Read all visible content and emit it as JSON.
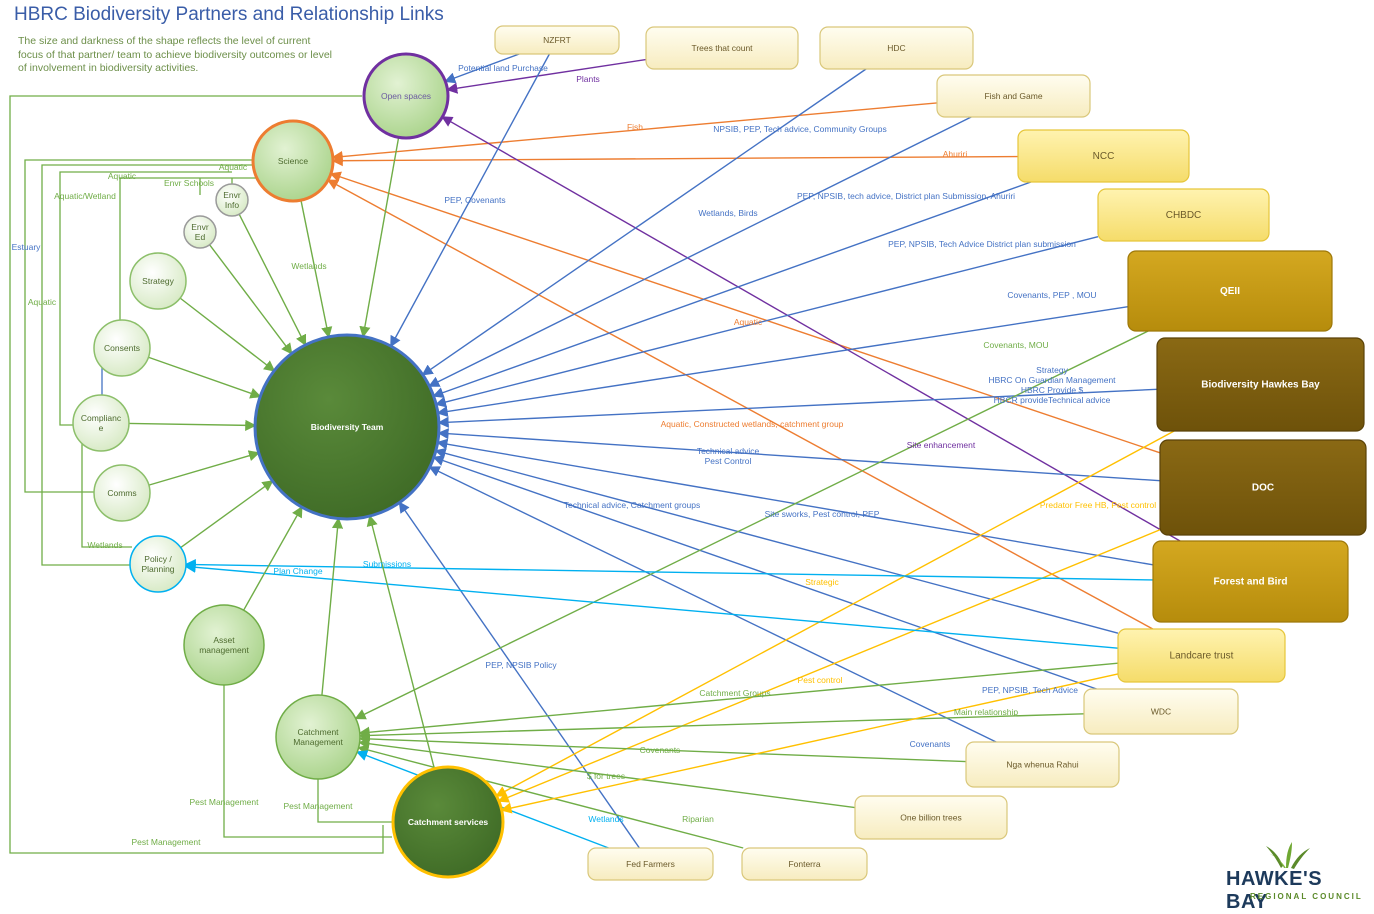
{
  "title": "HBRC Biodiversity Partners and Relationship Links",
  "description": "The size and darkness of the shape reflects the level of current focus of that partner/ team to achieve biodiversity outcomes or level of involvement in biodiversity activities.",
  "logo": {
    "name": "HAWKE'S BAY",
    "sub": "REGIONAL COUNCIL"
  },
  "colors": {
    "green": "#70ad47",
    "blue": "#4472c4",
    "orange": "#ed7d31",
    "purple": "#7030a0",
    "gold": "#ffc000",
    "cyan": "#00b0f0"
  },
  "nodes": [
    {
      "id": "biodiversity_team",
      "label": "Biodiversity Team",
      "shape": "circle",
      "style": "dark-green"
    },
    {
      "id": "open_spaces",
      "label": "Open spaces",
      "shape": "circle",
      "style": "light-green-purple"
    },
    {
      "id": "science",
      "label": "Science",
      "shape": "circle",
      "style": "light-green-orange"
    },
    {
      "id": "envr_info",
      "label": "Envr\nInfo",
      "shape": "circle",
      "style": "pale"
    },
    {
      "id": "envr_ed",
      "label": "Envr\nEd",
      "shape": "circle",
      "style": "pale"
    },
    {
      "id": "strategy",
      "label": "Strategy",
      "shape": "circle",
      "style": "pale-green"
    },
    {
      "id": "consents",
      "label": "Consents",
      "shape": "circle",
      "style": "pale-green"
    },
    {
      "id": "compliance",
      "label": "Complianc\ne",
      "shape": "circle",
      "style": "pale-green"
    },
    {
      "id": "comms",
      "label": "Comms",
      "shape": "circle",
      "style": "pale-green"
    },
    {
      "id": "policy",
      "label": "Policy /\nPlanning",
      "shape": "circle",
      "style": "pale-cyan"
    },
    {
      "id": "asset",
      "label": "Asset\nmanagement",
      "shape": "circle",
      "style": "light-green"
    },
    {
      "id": "catchment_mgmt",
      "label": "Catchment\nManagement",
      "shape": "circle",
      "style": "light-green"
    },
    {
      "id": "catchment_services",
      "label": "Catchment services",
      "shape": "circle",
      "style": "dark-green-gold"
    },
    {
      "id": "nzfrt",
      "label": "NZFRT",
      "shape": "box",
      "style": "pale"
    },
    {
      "id": "trees_that_count",
      "label": "Trees that count",
      "shape": "box",
      "style": "pale"
    },
    {
      "id": "hdc",
      "label": "HDC",
      "shape": "box",
      "style": "pale"
    },
    {
      "id": "fish_game",
      "label": "Fish and Game",
      "shape": "box",
      "style": "pale"
    },
    {
      "id": "ncc",
      "label": "NCC",
      "shape": "box",
      "style": "light"
    },
    {
      "id": "chbdc",
      "label": "CHBDC",
      "shape": "box",
      "style": "light"
    },
    {
      "id": "qeii",
      "label": "QEII",
      "shape": "box",
      "style": "gold"
    },
    {
      "id": "bhb",
      "label": "Biodiversity Hawkes Bay",
      "shape": "box",
      "style": "brown"
    },
    {
      "id": "doc",
      "label": "DOC",
      "shape": "box",
      "style": "brown"
    },
    {
      "id": "forest_bird",
      "label": "Forest and Bird",
      "shape": "box",
      "style": "gold"
    },
    {
      "id": "landcare",
      "label": "Landcare trust",
      "shape": "box",
      "style": "light"
    },
    {
      "id": "wdc",
      "label": "WDC",
      "shape": "box",
      "style": "pale"
    },
    {
      "id": "nga_whenua",
      "label": "Nga whenua Rahui",
      "shape": "box",
      "style": "pale"
    },
    {
      "id": "one_billion",
      "label": "One billion trees",
      "shape": "box",
      "style": "pale"
    },
    {
      "id": "fed_farmers",
      "label": "Fed Farmers",
      "shape": "box",
      "style": "pale"
    },
    {
      "id": "fonterra",
      "label": "Fonterra",
      "shape": "box",
      "style": "pale"
    }
  ],
  "edges": [
    {
      "from": "nzfrt",
      "to": "open_spaces",
      "color": "blue",
      "label": "Potential land Purchase"
    },
    {
      "from": "trees_that_count",
      "to": "open_spaces",
      "color": "purple",
      "label": "Plants"
    },
    {
      "from": "fish_game",
      "to": "science",
      "color": "orange",
      "label": "Fish"
    },
    {
      "from": "ncc",
      "to": "science",
      "color": "orange",
      "label": "Ahuriri"
    },
    {
      "from": "doc",
      "to": "science",
      "color": "orange",
      "label": "Aquatic"
    },
    {
      "from": "landcare",
      "to": "science",
      "color": "orange",
      "label": "Aquatic, Constructed wetlands, catchment group"
    },
    {
      "from": "forest_bird",
      "to": "open_spaces",
      "color": "purple",
      "label": "Site enhancement"
    },
    {
      "from": "nzfrt",
      "to": "biodiversity_team",
      "color": "blue",
      "label": "PEP, Covenants"
    },
    {
      "from": "hdc",
      "to": "biodiversity_team",
      "color": "blue",
      "label": "NPSIB, PEP, Tech advice, Community Groups"
    },
    {
      "from": "fish_game",
      "to": "biodiversity_team",
      "color": "blue",
      "label": "Wetlands, Birds"
    },
    {
      "from": "ncc",
      "to": "biodiversity_team",
      "color": "blue",
      "label": "PEP, NPSIB, tech advice, District plan Submission, Ahuriri"
    },
    {
      "from": "chbdc",
      "to": "biodiversity_team",
      "color": "blue",
      "label": "PEP, NPSIB, Tech Advice District plan submission"
    },
    {
      "from": "qeii",
      "to": "biodiversity_team",
      "color": "blue",
      "label": "Covenants, PEP , MOU"
    },
    {
      "from": "bhb",
      "to": "biodiversity_team",
      "color": "blue",
      "label": "Strategy\nHBRC On Guardian Management\nHBRC Provide $\nHBCR provideTechnical advice"
    },
    {
      "from": "doc",
      "to": "biodiversity_team",
      "color": "blue",
      "label": "Technical advice\nPest Control"
    },
    {
      "from": "forest_bird",
      "to": "biodiversity_team",
      "color": "blue",
      "label": "Site sworks, Pest control, PEP"
    },
    {
      "from": "landcare",
      "to": "biodiversity_team",
      "color": "blue",
      "label": "Technical advice, Catchment groups"
    },
    {
      "from": "wdc",
      "to": "biodiversity_team",
      "color": "blue",
      "label": "PEP, NPSIB, Tech Advice"
    },
    {
      "from": "nga_whenua",
      "to": "biodiversity_team",
      "color": "blue",
      "label": "Covenants"
    },
    {
      "from": "fed_farmers",
      "to": "biodiversity_team",
      "color": "blue",
      "label": "PEP, NPSIB Policy"
    },
    {
      "from": "qeii",
      "to": "catchment_mgmt",
      "color": "green",
      "label": "Covenants, MOU"
    },
    {
      "from": "bhb",
      "to": "catchment_services",
      "color": "gold",
      "label": "Strategic"
    },
    {
      "from": "doc",
      "to": "catchment_services",
      "color": "gold",
      "label": "Predator Free HB, Pest control"
    },
    {
      "from": "landcare",
      "to": "catchment_mgmt",
      "color": "green",
      "label": "Catchment Groups"
    },
    {
      "from": "wdc",
      "to": "catchment_mgmt",
      "color": "green",
      "label": "Main relationship"
    },
    {
      "from": "nga_whenua",
      "to": "catchment_mgmt",
      "color": "green",
      "label": "Covenants"
    },
    {
      "from": "one_billion",
      "to": "catchment_mgmt",
      "color": "green",
      "label": "$ for trees"
    },
    {
      "from": "fonterra",
      "to": "catchment_mgmt",
      "color": "green",
      "label": "Riparian"
    },
    {
      "from": "fed_farmers",
      "to": "catchment_mgmt",
      "color": "cyan",
      "label": "Wetlands"
    },
    {
      "from": "forest_bird",
      "to": "policy",
      "color": "cyan",
      "label": "Submissions"
    },
    {
      "from": "landcare",
      "to": "policy",
      "color": "cyan",
      "label": "Plan Change"
    },
    {
      "from": "landcare",
      "to": "catchment_services",
      "color": "gold",
      "label": "Pest control"
    },
    {
      "from": "science",
      "to": "biodiversity_team",
      "color": "green",
      "label": "Wetlands"
    },
    {
      "from": "open_spaces",
      "to": "biodiversity_team",
      "color": "green",
      "label": ""
    },
    {
      "from": "envr_info",
      "to": "biodiversity_team",
      "color": "green",
      "label": ""
    },
    {
      "from": "envr_ed",
      "to": "biodiversity_team",
      "color": "green",
      "label": ""
    },
    {
      "from": "strategy",
      "to": "biodiversity_team",
      "color": "green",
      "label": ""
    },
    {
      "from": "consents",
      "to": "biodiversity_team",
      "color": "green",
      "label": ""
    },
    {
      "from": "compliance",
      "to": "biodiversity_team",
      "color": "green",
      "label": ""
    },
    {
      "from": "comms",
      "to": "biodiversity_team",
      "color": "green",
      "label": ""
    },
    {
      "from": "policy",
      "to": "biodiversity_team",
      "color": "green",
      "label": ""
    },
    {
      "from": "asset",
      "to": "biodiversity_team",
      "color": "green",
      "label": ""
    },
    {
      "from": "catchment_mgmt",
      "to": "biodiversity_team",
      "color": "green",
      "label": ""
    },
    {
      "from": "catchment_services",
      "to": "biodiversity_team",
      "color": "green",
      "label": ""
    }
  ],
  "side_labels": [
    {
      "text": "Aquatic",
      "color": "green"
    },
    {
      "text": "Envr Schools",
      "color": "green"
    },
    {
      "text": "Aquatic",
      "color": "green"
    },
    {
      "text": "Aquatic/Wetland",
      "color": "green"
    },
    {
      "text": "Estuary",
      "color": "blue"
    },
    {
      "text": "Aquatic",
      "color": "green"
    },
    {
      "text": "Wetlands",
      "color": "green"
    },
    {
      "text": "Pest Management",
      "color": "green"
    },
    {
      "text": "Pest Management",
      "color": "green"
    },
    {
      "text": "Pest Management",
      "color": "green"
    }
  ]
}
